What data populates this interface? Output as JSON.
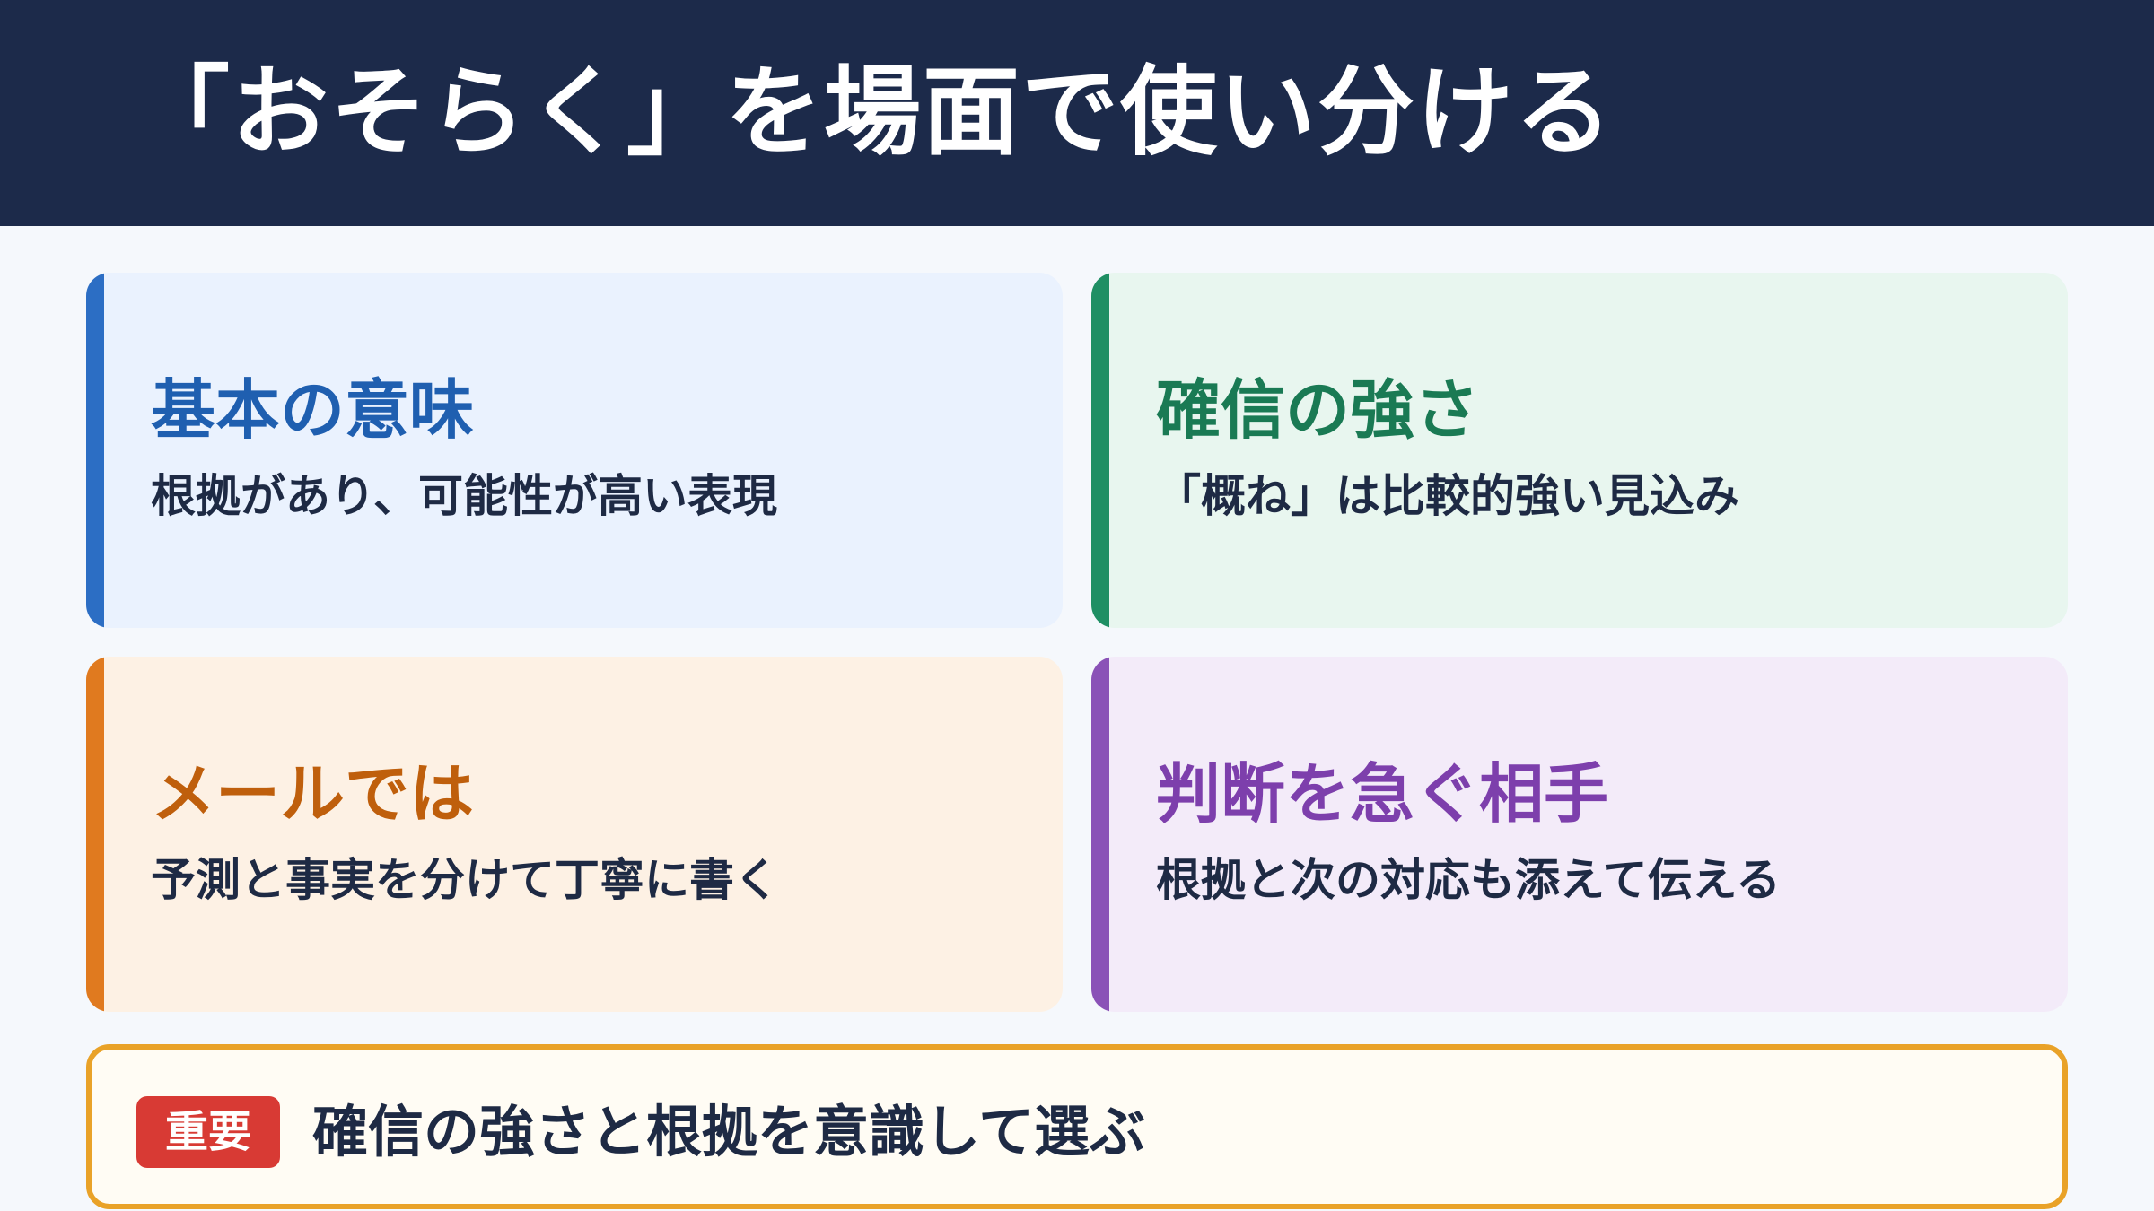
{
  "header": {
    "title": "「おそらく」を場面で使い分ける"
  },
  "cards": [
    {
      "title": "基本の意味",
      "text": "根拠があり、可能性が高い表現"
    },
    {
      "title": "確信の強さ",
      "text": "「概ね」は比較的強い見込み"
    },
    {
      "title": "メールでは",
      "text": "予測と事実を分けて丁寧に書く"
    },
    {
      "title": "判断を急ぐ相手",
      "text": "根拠と次の対応も添えて伝える"
    }
  ],
  "callout": {
    "badge": "重要",
    "text": "確信の強さと根拠を意識して選ぶ"
  },
  "colors": {
    "header_bg": "#1c2a4a",
    "blue": "#1f5fb0",
    "green": "#1a7a54",
    "orange": "#bf5f0c",
    "purple": "#7d3fac",
    "badge_red": "#d83a34",
    "callout_border": "#e9a228"
  }
}
